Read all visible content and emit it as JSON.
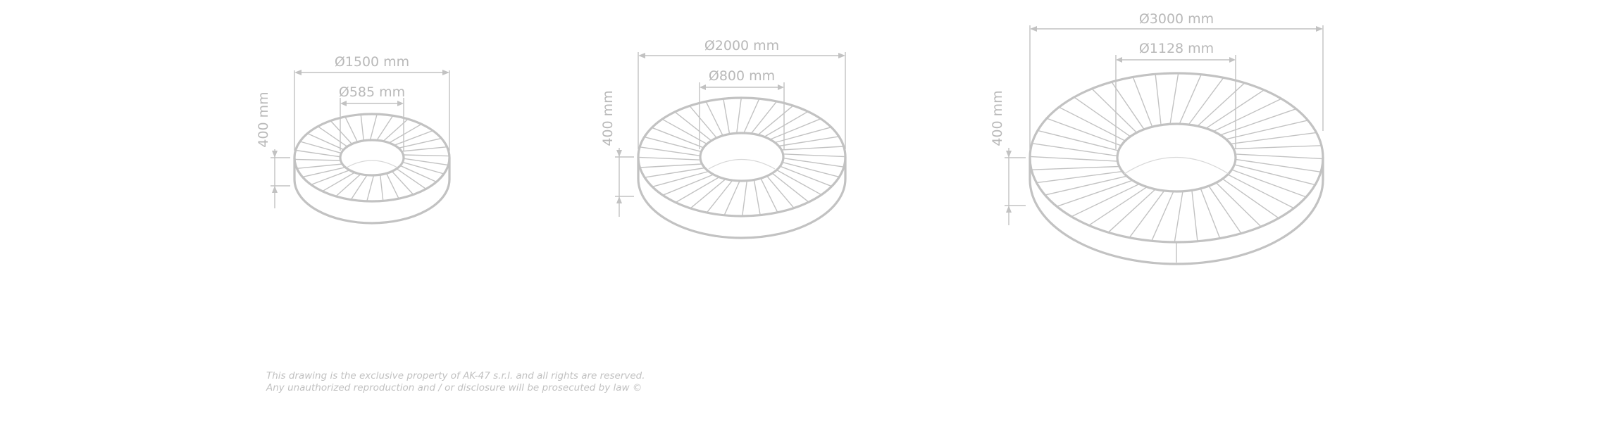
{
  "colors": {
    "line": "#c2c2c2",
    "text": "#b9b9b9",
    "background": "#ffffff"
  },
  "products": [
    {
      "outer_diameter": "Ø1500 mm",
      "inner_diameter": "Ø585 mm",
      "height": "400 mm"
    },
    {
      "outer_diameter": "Ø2000 mm",
      "inner_diameter": "Ø800 mm",
      "height": "400 mm"
    },
    {
      "outer_diameter": "Ø3000 mm",
      "inner_diameter": "Ø1128 mm",
      "height": "400 mm"
    }
  ],
  "disclaimer": {
    "line1": "This drawing is the exclusive property of AK-47 s.r.l. and all rights are reserved.",
    "line2": "Any unauthorized reproduction and / or disclosure will be prosecuted by law ©"
  }
}
